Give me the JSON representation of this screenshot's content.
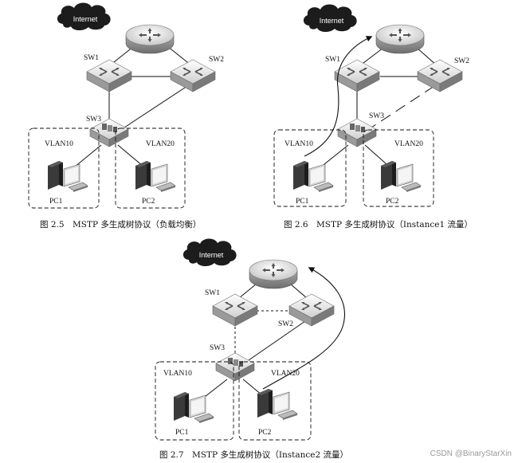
{
  "figures": {
    "fig25": {
      "caption": "图 2.5　MSTP 多生成树协议（负载均衡）",
      "internet": "Internet",
      "sw1": "SW1",
      "sw2": "SW2",
      "sw3": "SW3",
      "vlan10": "VLAN10",
      "vlan20": "VLAN20",
      "pc1": "PC1",
      "pc2": "PC2"
    },
    "fig26": {
      "caption": "图 2.6　MSTP 多生成树协议（Instance1 流量）",
      "internet": "Internet",
      "sw1": "SW1",
      "sw2": "SW2",
      "sw3": "SW3",
      "vlan10": "VLAN10",
      "vlan20": "VLAN20",
      "pc1": "PC1",
      "pc2": "PC2"
    },
    "fig27": {
      "caption": "图 2.7　MSTP 多生成树协议（Instance2 流量）",
      "internet": "Internet",
      "sw1": "SW1",
      "sw2": "SW2",
      "sw3": "SW3",
      "vlan10": "VLAN10",
      "vlan20": "VLAN20",
      "pc1": "PC1",
      "pc2": "PC2"
    }
  },
  "watermark": "CSDN @BinaryStarXin",
  "colors": {
    "cloud": "#1c1c1c",
    "device_light": "#eeeeee",
    "device_dark": "#8c8c8c",
    "line": "#111111"
  }
}
